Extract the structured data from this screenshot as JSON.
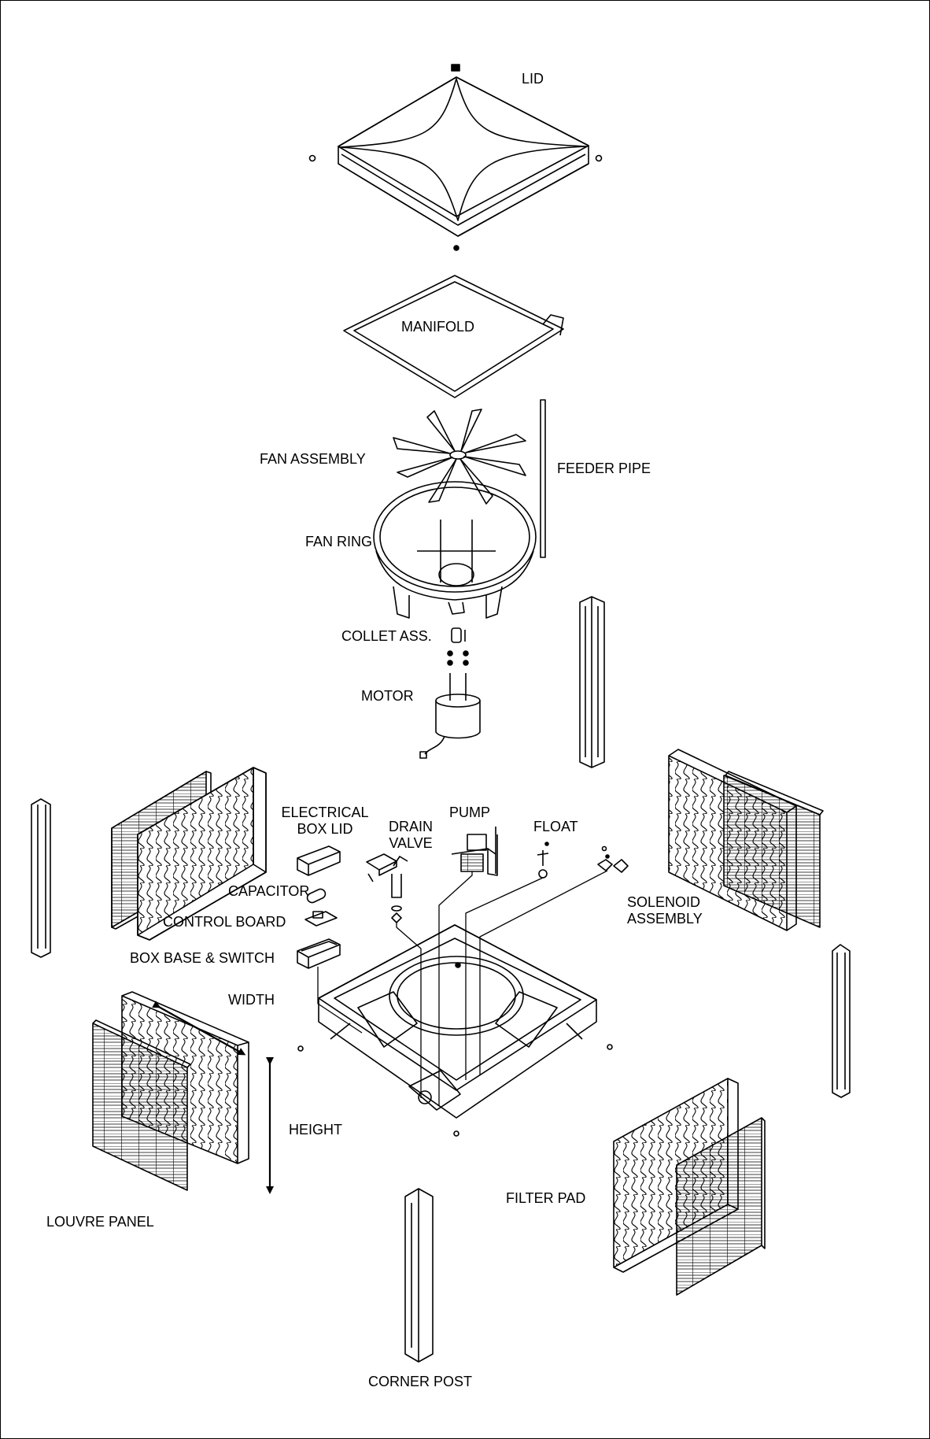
{
  "diagram": {
    "labels": {
      "lid": "LID",
      "manifold": "MANIFOLD",
      "fan_assembly": "FAN ASSEMBLY",
      "feeder_pipe": "FEEDER PIPE",
      "fan_ring": "FAN RING",
      "collet_ass": "COLLET ASS.",
      "motor": "MOTOR",
      "electrical_box_lid_1": "ELECTRICAL",
      "electrical_box_lid_2": "BOX LID",
      "drain_valve_1": "DRAIN",
      "drain_valve_2": "VALVE",
      "pump": "PUMP",
      "float": "FLOAT",
      "capacitor": "CAPACITOR",
      "control_board": "CONTROL BOARD",
      "solenoid_1": "SOLENOID",
      "solenoid_2": "ASSEMBLY",
      "box_base_switch": "BOX BASE & SWITCH",
      "width": "WIDTH",
      "height": "HEIGHT",
      "louvre_panel": "LOUVRE PANEL",
      "filter_pad": "FILTER PAD",
      "corner_post": "CORNER POST"
    }
  }
}
